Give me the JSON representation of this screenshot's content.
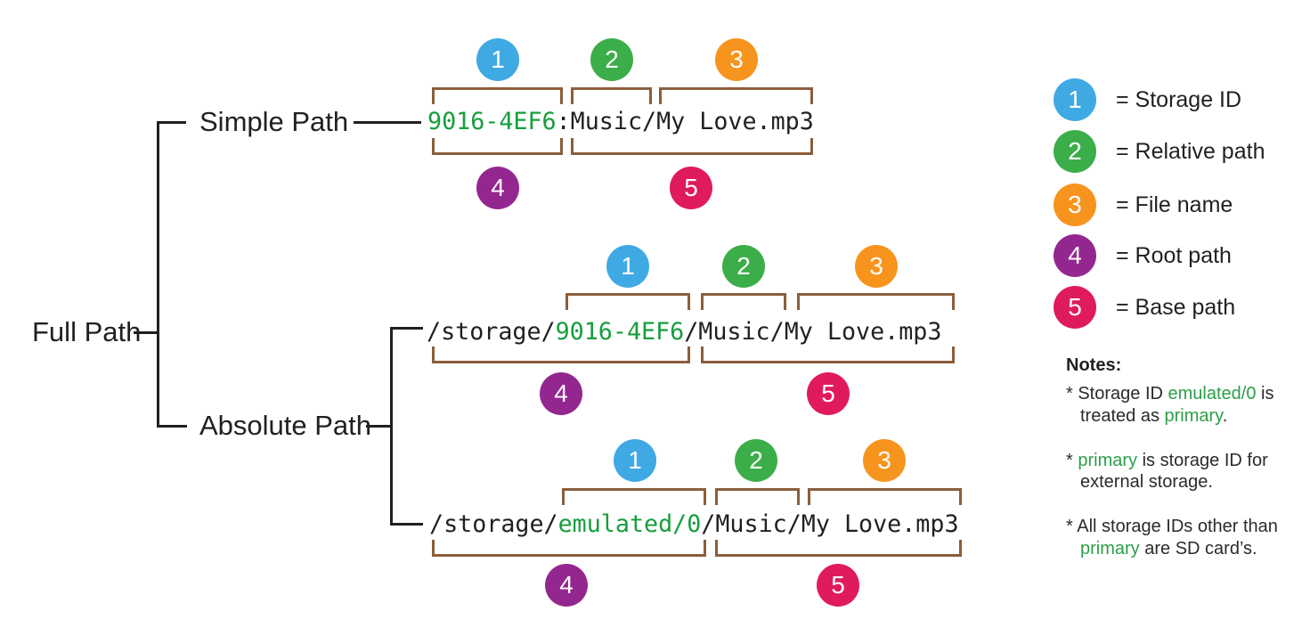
{
  "colors": {
    "storage_id_blue": "#3fa9e4",
    "relative_path_green": "#3bad49",
    "file_name_orange": "#f7941e",
    "root_path_purple": "#93278f",
    "base_path_pink": "#e01a5e",
    "path_green_text": "#169e3c",
    "bracket_brown": "#8b5e3b",
    "text_black": "#231f20"
  },
  "tree": {
    "root": "Full Path",
    "branch_simple": "Simple Path",
    "branch_absolute": "Absolute Path"
  },
  "rows": [
    {
      "id": "simple-path",
      "segments": [
        {
          "text": "9016-4EF6",
          "style": "green"
        },
        {
          "text": ":Music/My Love.mp3",
          "style": "black"
        }
      ],
      "top_markers": [
        "1",
        "2",
        "3"
      ],
      "bottom_markers": [
        "4",
        "5"
      ]
    },
    {
      "id": "absolute-path-storage-id",
      "segments": [
        {
          "text": "/storage/",
          "style": "black"
        },
        {
          "text": "9016-4EF6",
          "style": "green"
        },
        {
          "text": "/Music/My Love.mp3",
          "style": "black"
        }
      ],
      "top_markers": [
        "1",
        "2",
        "3"
      ],
      "bottom_markers": [
        "4",
        "5"
      ]
    },
    {
      "id": "absolute-path-emulated",
      "segments": [
        {
          "text": "/storage/",
          "style": "black"
        },
        {
          "text": "emulated/0",
          "style": "green"
        },
        {
          "text": "/Music/My Love.mp3",
          "style": "black"
        }
      ],
      "top_markers": [
        "1",
        "2",
        "3"
      ],
      "bottom_markers": [
        "4",
        "5"
      ]
    }
  ],
  "legend": {
    "items": [
      {
        "num": "1",
        "label": "= Storage ID",
        "color": "#3fa9e4"
      },
      {
        "num": "2",
        "label": "= Relative path",
        "color": "#3bad49"
      },
      {
        "num": "3",
        "label": "= File name",
        "color": "#f7941e"
      },
      {
        "num": "4",
        "label": "= Root path",
        "color": "#93278f"
      },
      {
        "num": "5",
        "label": "= Base path",
        "color": "#e01a5e"
      }
    ]
  },
  "notes": {
    "title": "Notes:",
    "lines": [
      {
        "segments": [
          {
            "text": "* Storage ID ",
            "green": false
          },
          {
            "text": "emulated/0",
            "green": true
          },
          {
            "text": " is",
            "green": false
          }
        ]
      },
      {
        "segments": [
          {
            "text": "treated as ",
            "green": false
          },
          {
            "text": "primary",
            "green": true
          },
          {
            "text": ".",
            "green": false
          }
        ]
      },
      {
        "segments": [
          {
            "text": "* ",
            "green": false
          },
          {
            "text": "primary",
            "green": true
          },
          {
            "text": " is storage ID for",
            "green": false
          }
        ]
      },
      {
        "segments": [
          {
            "text": "external storage.",
            "green": false
          }
        ]
      },
      {
        "segments": [
          {
            "text": "* All storage IDs other than",
            "green": false
          }
        ]
      },
      {
        "segments": [
          {
            "text": "primary",
            "green": true
          },
          {
            "text": " are SD card’s.",
            "green": false
          }
        ]
      }
    ]
  }
}
